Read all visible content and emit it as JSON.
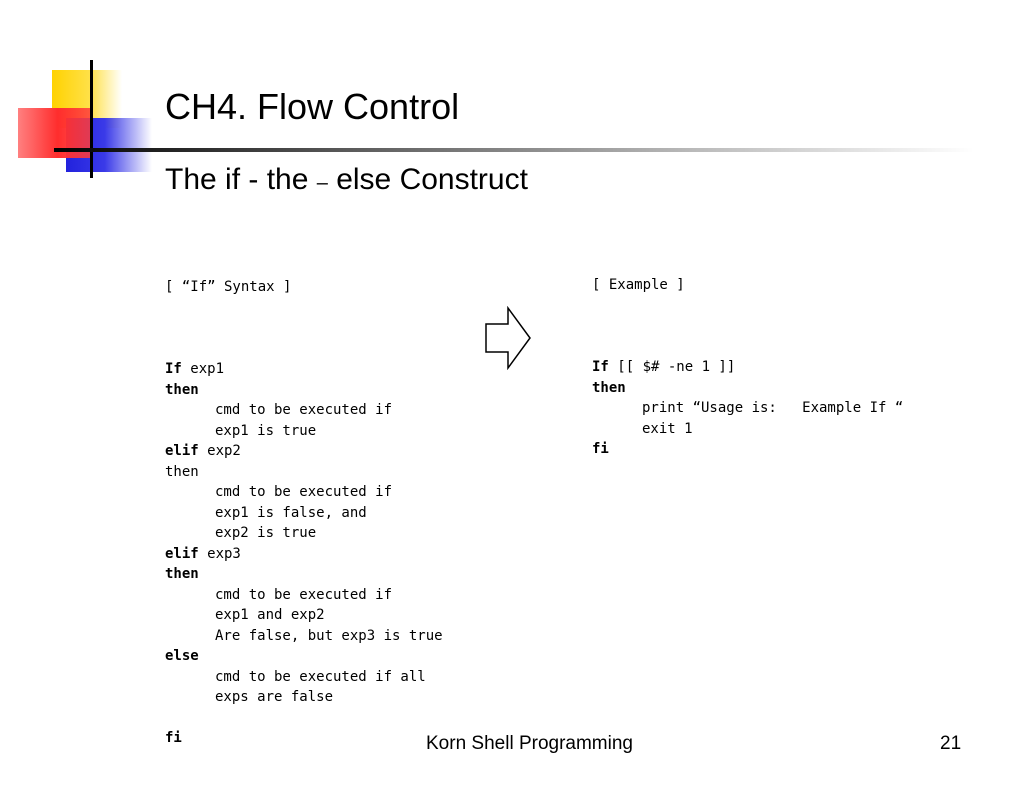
{
  "slide": {
    "title": "CH4.  Flow Control",
    "subtitle_before": "The if - the ",
    "subtitle_dash": "–",
    "subtitle_after": " else Construct"
  },
  "syntax": {
    "heading": "[ “If” Syntax ]",
    "lines": [
      {
        "kw": "",
        "text": ""
      },
      {
        "kw": "If",
        "text": " exp1"
      },
      {
        "kw": "then",
        "text": ""
      },
      {
        "kw": "",
        "text": "cmd to be executed if",
        "indent": true
      },
      {
        "kw": "",
        "text": "exp1 is true",
        "indent": true
      },
      {
        "kw": "elif",
        "text": " exp2"
      },
      {
        "kw": "",
        "text": "then"
      },
      {
        "kw": "",
        "text": "cmd to be executed if",
        "indent": true
      },
      {
        "kw": "",
        "text": "exp1 is false, and",
        "indent": true
      },
      {
        "kw": "",
        "text": "exp2 is true",
        "indent": true
      },
      {
        "kw": "elif",
        "text": " exp3"
      },
      {
        "kw": "then",
        "text": ""
      },
      {
        "kw": "",
        "text": "cmd to be executed if",
        "indent": true
      },
      {
        "kw": "",
        "text": "exp1 and exp2",
        "indent": true
      },
      {
        "kw": "",
        "text": "Are false, but exp3 is true",
        "indent": true
      },
      {
        "kw": "else",
        "text": ""
      },
      {
        "kw": "",
        "text": "cmd to be executed if all",
        "indent": true
      },
      {
        "kw": "",
        "text": "exps are false",
        "indent": true
      },
      {
        "kw": "",
        "text": ""
      },
      {
        "kw": "fi",
        "text": ""
      }
    ]
  },
  "example": {
    "heading": "[ Example ]",
    "lines": [
      {
        "kw": "",
        "text": ""
      },
      {
        "kw": "If",
        "text": " [[ $# -ne 1 ]]"
      },
      {
        "kw": "then",
        "text": ""
      },
      {
        "kw": "",
        "text": "print “Usage is:   Example If “",
        "indent": true
      },
      {
        "kw": "",
        "text": "exit 1",
        "indent": true
      },
      {
        "kw": "fi",
        "text": ""
      }
    ]
  },
  "icons": {
    "arrow": "right-arrow-outline-icon"
  },
  "footer": {
    "text": "Korn Shell Programming",
    "page": "21"
  }
}
